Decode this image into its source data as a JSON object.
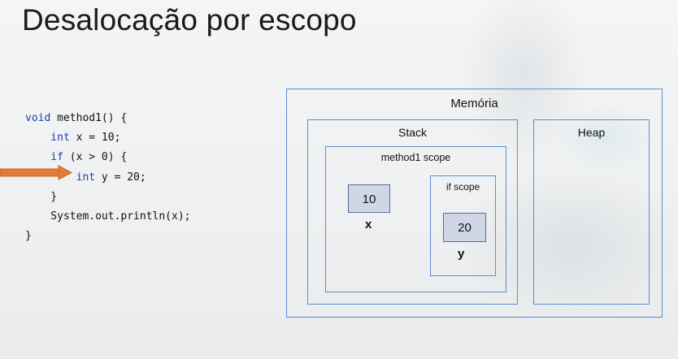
{
  "slide": {
    "title": "Desalocação por escopo"
  },
  "code": {
    "lines": [
      [
        "void",
        " method1() {"
      ],
      [
        "    int",
        " x = 10;"
      ],
      [
        "    if",
        " (x > 0) {"
      ],
      [
        "        int",
        " y = 20;"
      ],
      [
        "    }",
        ""
      ],
      [
        "    System.out.println(x);",
        ""
      ],
      [
        "}",
        ""
      ]
    ],
    "current_line_index": 3,
    "arrow_color": "#e07b39"
  },
  "memory": {
    "label": "Memória",
    "stack": {
      "label": "Stack",
      "method_scope": {
        "label": "method1 scope",
        "variable": {
          "name": "x",
          "value": "10"
        },
        "if_scope": {
          "label": "if scope",
          "variable": {
            "name": "y",
            "value": "20"
          }
        }
      }
    },
    "heap": {
      "label": "Heap"
    }
  },
  "colors": {
    "frame_border": "#5b8fd0",
    "var_fill": "#cfd7e6",
    "keyword": "#1f3fa8"
  }
}
